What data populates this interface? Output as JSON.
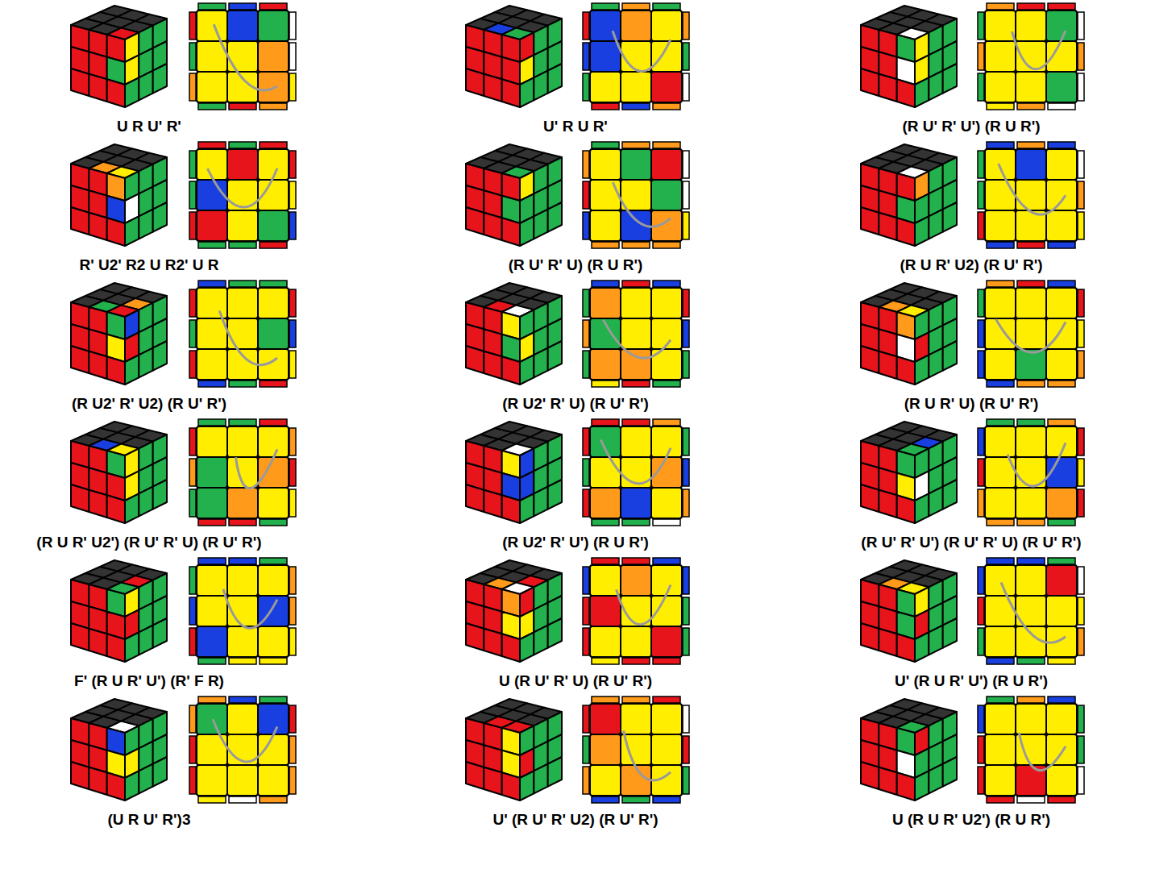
{
  "diagram": {
    "labels": [
      "U R U' R'",
      "U' R U R'",
      "(R U' R' U') (R U R')",
      "R' U2' R2 U R2' U R",
      "(R U' R' U) (R U R')",
      "(R U R' U2) (R U' R')",
      "(R U2' R' U2) (R U' R')",
      "(R U2' R' U) (R U' R')",
      "(R U R' U) (R U' R')",
      "(R U R' U2') (R U' R' U) (R U' R')",
      "(R U2' R' U') (R U R')",
      "(R U' R' U') (R U' R' U) (R U' R')",
      "F' (R U R' U') (R' F R)",
      "U (R U' R' U) (R U' R')",
      "U' (R U R' U') (R U R')",
      "(U R U' R')3",
      "U' (R U' R' U2) (R U' R')",
      "U (R U R' U2') (R U R')"
    ]
  }
}
